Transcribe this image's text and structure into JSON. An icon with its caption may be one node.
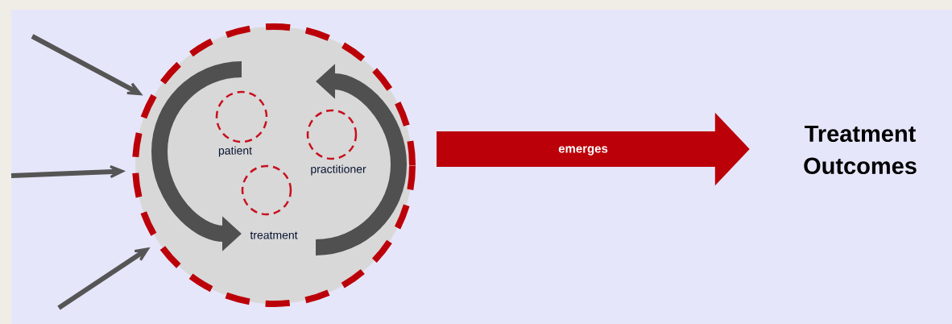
{
  "diagram": {
    "nodes": [
      {
        "text": [],
        "shape": "circle"
      },
      {
        "text": [
          "patient"
        ],
        "in": 0
      },
      {
        "text": [
          "practitioner"
        ],
        "in": 0
      },
      {
        "text": [
          "treatment"
        ],
        "in": 0
      },
      {
        "text": [
          "Treatment Outcomes"
        ]
      }
    ],
    "edges": [
      {
        "from": null,
        "to": 0,
        "arrow": "to"
      },
      {
        "from": null,
        "to": 0,
        "arrow": "to"
      },
      {
        "from": null,
        "to": 0,
        "arrow": "to"
      },
      {
        "from": 0,
        "to": 4,
        "arrow": "to",
        "label": "emerges",
        "style": "thick",
        "color": "#bb0009"
      }
    ]
  }
}
